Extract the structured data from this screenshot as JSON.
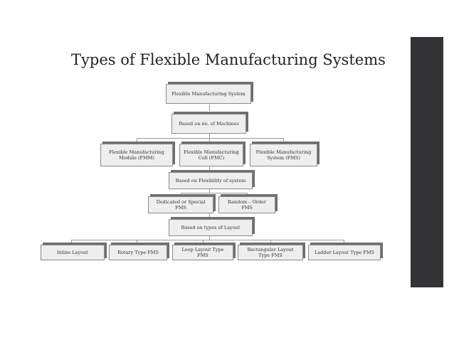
{
  "title": "Types of Flexible Manufacturing Systems",
  "nodes": {
    "root": "Flexible Manufacturing System",
    "machines": "Based on no. of Machines",
    "fmm": "Flexible Manufacturing Module (FMM)",
    "fmc": "Flexible Manufacturing Cell (FMC)",
    "fms": "Flexible Manufacturing System (FMS)",
    "flexibility": "Based on Flexibility of system",
    "dedicated": "Dedicated or Special FMS",
    "random": "Random – Order FMS",
    "layout": "Based on types of Layout",
    "inline": "Inline Layout",
    "rotary": "Rotary Type FMS",
    "loop": "Loop Layout Type FMS",
    "rect": "Rectangular Layout Type FMS",
    "ladder": "Ladder Layout Type FMS"
  }
}
